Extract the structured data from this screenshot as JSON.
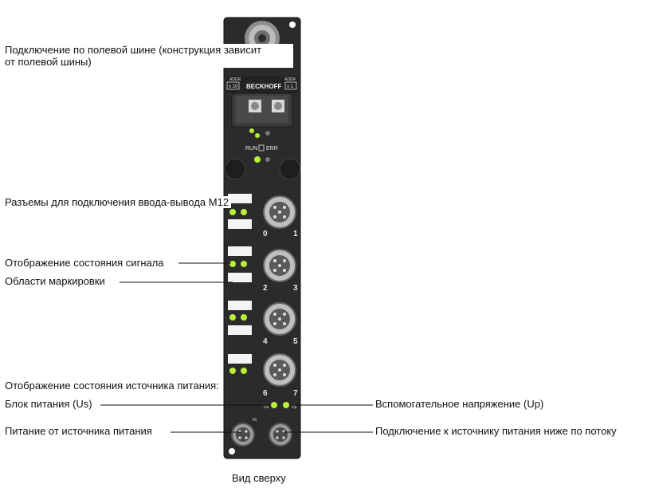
{
  "labels": {
    "fieldbus_line1": "Подключение по полевой шине (конструкция зависит",
    "fieldbus_line2": "от полевой шины)",
    "m12_connectors": "Разъемы для подключения ввода-вывода M12",
    "signal_status": "Отображение состояния сигнала",
    "marking_areas": "Области маркировки",
    "power_status_heading": "Отображение состояния источника питания:",
    "power_supply_us": "Блок питания (Us)",
    "aux_voltage_up": "Вспомогательное напряжение (Up)",
    "power_feed": "Питание от источника питания",
    "downstream_power": "Подключение к источнику питания ниже по потоку",
    "top_view": "Вид сверху"
  },
  "device": {
    "brand": "BECKHOFF",
    "addr_left_caption": "ADDR",
    "addr_left_value": "x 10",
    "addr_right_caption": "ADDR",
    "addr_right_value": "x 1",
    "run_label": "RUN",
    "err_label": "ERR",
    "us_label": "Us",
    "up_label": "Up",
    "power_in_label": "IN",
    "channel_numbers": [
      "0",
      "1",
      "2",
      "3",
      "4",
      "5",
      "6",
      "7"
    ]
  },
  "colors": {
    "housing": "#2b2b2b",
    "led_green": "#b8ef3a",
    "marking_label": "#f4f4f4",
    "connector_metal": "#9a9a9a"
  }
}
